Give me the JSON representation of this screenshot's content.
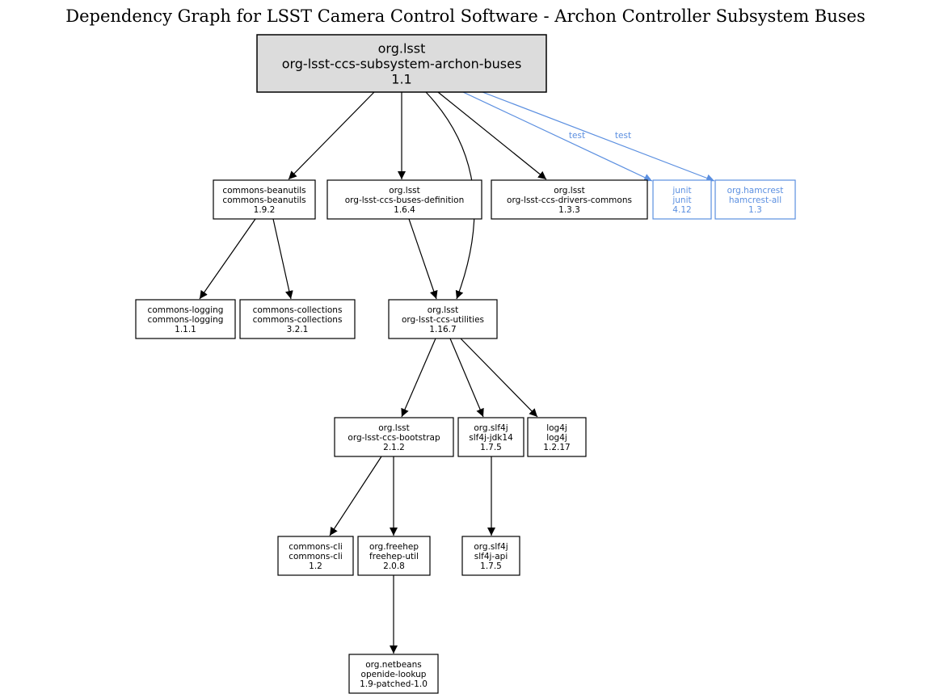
{
  "title": "Dependency Graph for LSST Camera Control Software - Archon Controller Subsystem Buses",
  "colors": {
    "root_fill": "#dcdcdc",
    "node_stroke": "#000000",
    "test_color": "#5b8fe0"
  },
  "nodes": [
    {
      "id": "root",
      "group": "org.lsst",
      "artifact": "org-lsst-ccs-subsystem-archon-buses",
      "version": "1.1",
      "root": true
    },
    {
      "id": "beanutils",
      "group": "commons-beanutils",
      "artifact": "commons-beanutils",
      "version": "1.9.2"
    },
    {
      "id": "busesdef",
      "group": "org.lsst",
      "artifact": "org-lsst-ccs-buses-definition",
      "version": "1.6.4"
    },
    {
      "id": "drivers",
      "group": "org.lsst",
      "artifact": "org-lsst-ccs-drivers-commons",
      "version": "1.3.3"
    },
    {
      "id": "junit",
      "group": "junit",
      "artifact": "junit",
      "version": "4.12",
      "scope": "test"
    },
    {
      "id": "hamcrest",
      "group": "org.hamcrest",
      "artifact": "hamcrest-all",
      "version": "1.3",
      "scope": "test"
    },
    {
      "id": "logging",
      "group": "commons-logging",
      "artifact": "commons-logging",
      "version": "1.1.1"
    },
    {
      "id": "collections",
      "group": "commons-collections",
      "artifact": "commons-collections",
      "version": "3.2.1"
    },
    {
      "id": "utilities",
      "group": "org.lsst",
      "artifact": "org-lsst-ccs-utilities",
      "version": "1.16.7"
    },
    {
      "id": "bootstrap",
      "group": "org.lsst",
      "artifact": "org-lsst-ccs-bootstrap",
      "version": "2.1.2"
    },
    {
      "id": "jdk14",
      "group": "org.slf4j",
      "artifact": "slf4j-jdk14",
      "version": "1.7.5"
    },
    {
      "id": "log4j",
      "group": "log4j",
      "artifact": "log4j",
      "version": "1.2.17"
    },
    {
      "id": "cli",
      "group": "commons-cli",
      "artifact": "commons-cli",
      "version": "1.2"
    },
    {
      "id": "freehep",
      "group": "org.freehep",
      "artifact": "freehep-util",
      "version": "2.0.8"
    },
    {
      "id": "slf4japi",
      "group": "org.slf4j",
      "artifact": "slf4j-api",
      "version": "1.7.5"
    },
    {
      "id": "lookup",
      "group": "org.netbeans",
      "artifact": "openide-lookup",
      "version": "1.9-patched-1.0"
    }
  ],
  "edges": [
    {
      "from": "root",
      "to": "beanutils"
    },
    {
      "from": "root",
      "to": "busesdef"
    },
    {
      "from": "root",
      "to": "utilities"
    },
    {
      "from": "root",
      "to": "drivers"
    },
    {
      "from": "root",
      "to": "junit",
      "label": "test"
    },
    {
      "from": "root",
      "to": "hamcrest",
      "label": "test"
    },
    {
      "from": "beanutils",
      "to": "logging"
    },
    {
      "from": "beanutils",
      "to": "collections"
    },
    {
      "from": "busesdef",
      "to": "utilities"
    },
    {
      "from": "utilities",
      "to": "bootstrap"
    },
    {
      "from": "utilities",
      "to": "jdk14"
    },
    {
      "from": "utilities",
      "to": "log4j"
    },
    {
      "from": "bootstrap",
      "to": "cli"
    },
    {
      "from": "bootstrap",
      "to": "freehep"
    },
    {
      "from": "jdk14",
      "to": "slf4japi"
    },
    {
      "from": "freehep",
      "to": "lookup"
    }
  ]
}
